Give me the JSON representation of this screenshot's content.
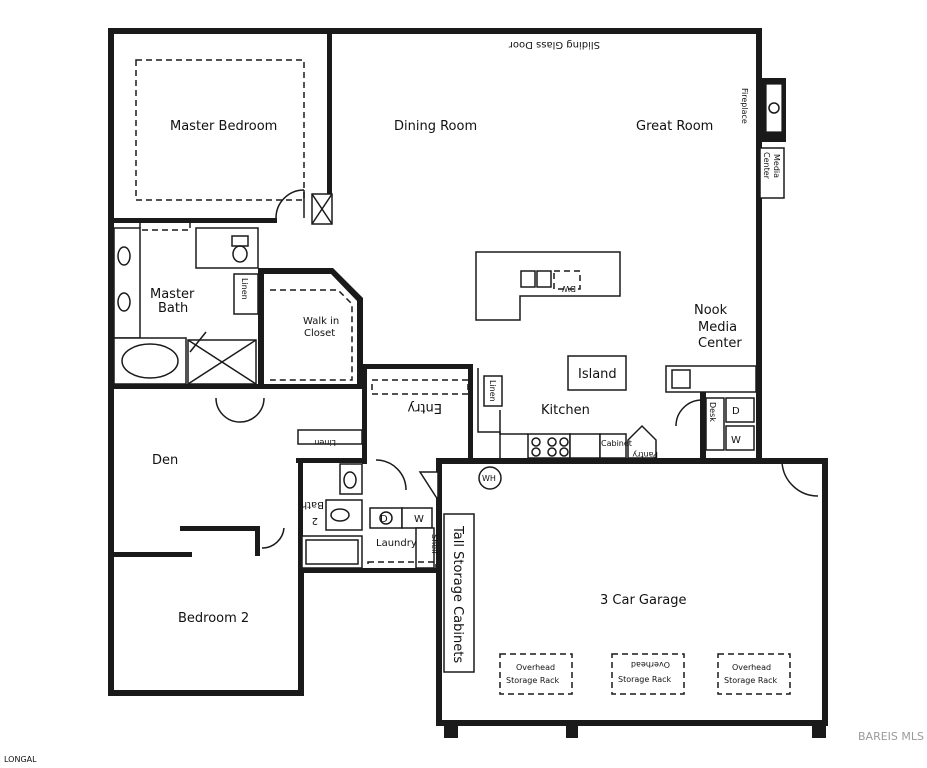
{
  "rooms": {
    "master_bedroom": "Master Bedroom",
    "dining_room": "Dining Room",
    "great_room": "Great Room",
    "master_bath_line1": "Master",
    "master_bath_line2": "Bath",
    "walk_in_closet_line1": "Walk in",
    "walk_in_closet_line2": "Closet",
    "nook": "Nook",
    "media_line1": "Media",
    "media_line2": "Center",
    "island": "Island",
    "kitchen": "Kitchen",
    "entry": "Entry",
    "den": "Den",
    "bath2_line1": "Bath",
    "bath2_line2": "2",
    "laundry": "Laundry",
    "garage": "3 Car Garage",
    "bedroom2": "Bedroom 2",
    "tall_storage": "Tall Storage Cabinets"
  },
  "fixtures": {
    "sliding_glass_door": "Sliding Glass Door",
    "fireplace": "Fireplace",
    "media_center_wall_line1": "Media",
    "media_center_wall_line2": "Center",
    "dw": "DW",
    "linen_master": "Linen",
    "linen_hall": "Linen",
    "pantry": "Pantry",
    "desk": "Desk",
    "linen_kitchen": "Linen",
    "cabinet": "Cabinet",
    "w_nook": "W",
    "d_nook": "D",
    "laundry_d": "D",
    "laundry_w": "W",
    "water_heater": "WH",
    "shelf": "Shelf",
    "storage_rack_line1": "Overhead",
    "storage_rack_line2": "Storage Rack"
  },
  "watermark": {
    "right": "BAREIS MLS",
    "left": "LONGAL"
  }
}
